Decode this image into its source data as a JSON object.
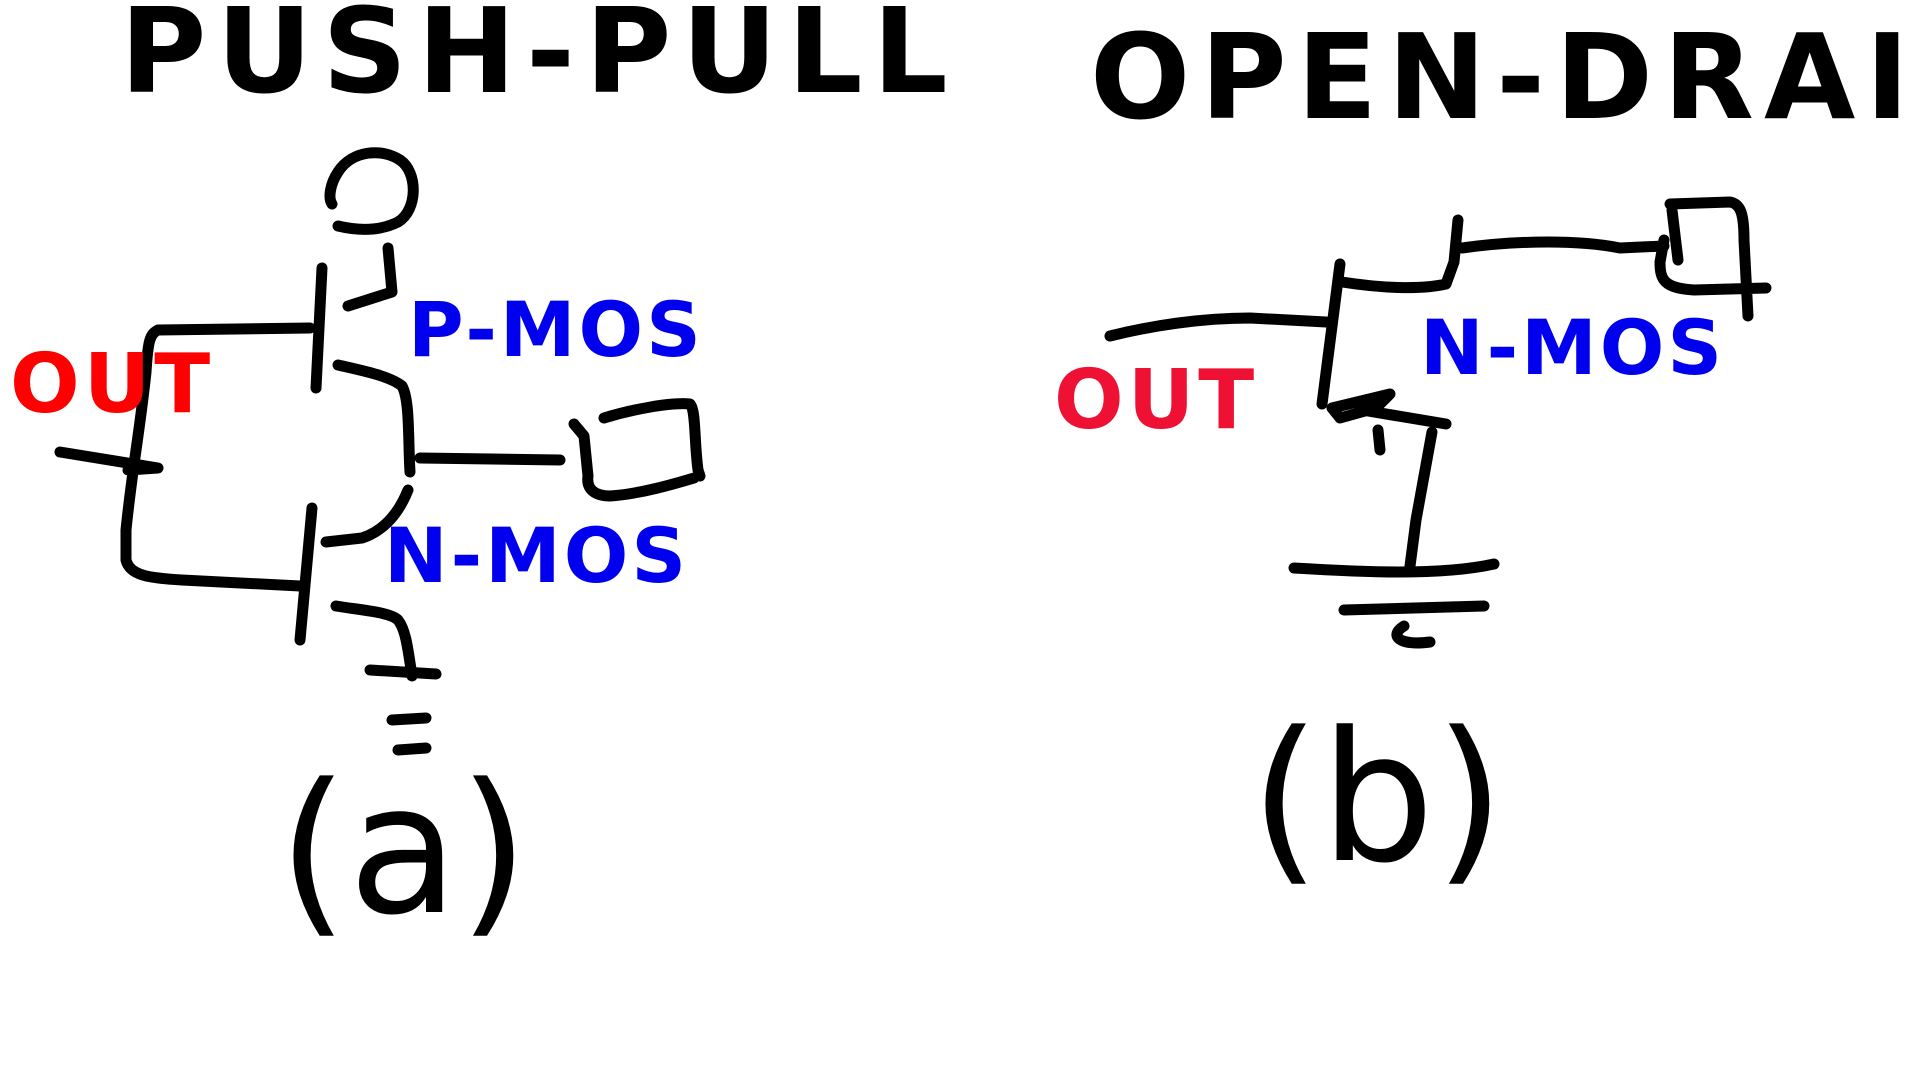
{
  "colors": {
    "ink": "#000000",
    "out_label": "#ff0000",
    "out_label_b": "#ee1133",
    "mos_label": "#0000ee",
    "background": "#ffffff"
  },
  "diagram_a": {
    "title": "PUSH-PULL",
    "out_label": "OUT",
    "pmos_label": "P-MOS",
    "nmos_label": "N-MOS",
    "caption": "(a)"
  },
  "diagram_b": {
    "title": "OPEN-DRAIN",
    "out_label": "OUT",
    "nmos_label": "N-MOS",
    "caption": "(b)"
  }
}
